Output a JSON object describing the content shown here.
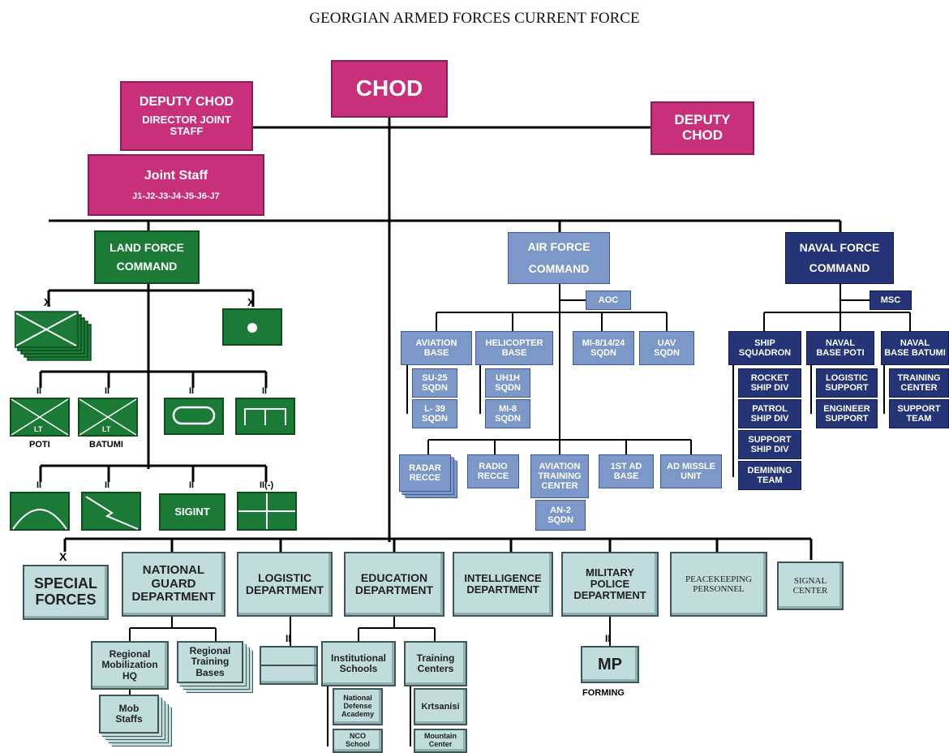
{
  "title": "GEORGIAN ARMED FORCES CURRENT FORCE",
  "top": {
    "chod": "CHOD",
    "deputy_chod_dir": [
      "DEPUTY CHOD",
      "DIRECTOR JOINT",
      "STAFF"
    ],
    "deputy_chod": [
      "DEPUTY",
      "CHOD"
    ],
    "joint_staff": [
      "Joint Staff",
      "J1-J2-J3-J4-J5-J6-J7"
    ]
  },
  "land": {
    "command": [
      "LAND FORCE",
      "COMMAND"
    ],
    "poti": "POTI",
    "batumi": "BATUMI",
    "lt": "LT",
    "sigint": "SIGINT",
    "x": "X",
    "ii": "II",
    "ii_minus": "II(-)"
  },
  "air": {
    "command": [
      "AIR FORCE",
      "COMMAND"
    ],
    "aoc": "AOC",
    "aviation_base": [
      "AVIATION",
      "BASE"
    ],
    "helicopter_base": [
      "HELICOPTER",
      "BASE"
    ],
    "mi_sqdn": [
      "MI-8/14/24",
      "SQDN"
    ],
    "uav_sqdn": [
      "UAV",
      "SQDN"
    ],
    "su25": [
      "SU-25",
      "SQDN"
    ],
    "l39": [
      "L- 39",
      "SQDN"
    ],
    "uh1h": [
      "UH1H",
      "SQDN"
    ],
    "mi8": [
      "MI-8",
      "SQDN"
    ],
    "radar": [
      "RADAR",
      "RECCE"
    ],
    "radio": [
      "RADIO",
      "RECCE"
    ],
    "aviation_training": [
      "AVIATION",
      "TRAINING",
      "CENTER"
    ],
    "ad_base": [
      "1ST AD",
      "BASE"
    ],
    "ad_missile": [
      "AD MISSLE",
      "UNIT"
    ],
    "an2": [
      "AN-2",
      "SQDN"
    ]
  },
  "naval": {
    "command": [
      "NAVAL FORCE",
      "COMMAND"
    ],
    "msc": "MSC",
    "ship_squadron": [
      "SHIP",
      "SQUADRON"
    ],
    "base_poti": [
      "NAVAL",
      "BASE POTI"
    ],
    "base_batumi": [
      "NAVAL",
      "BASE BATUMI"
    ],
    "rocket": [
      "ROCKET",
      "SHIP DIV"
    ],
    "patrol": [
      "PATROL",
      "SHIP DIV"
    ],
    "support_ship": [
      "SUPPORT",
      "SHIP DIV"
    ],
    "demining": [
      "DEMINING",
      "TEAM"
    ],
    "logistic_support": [
      "LOGISTIC",
      "SUPPORT"
    ],
    "engineer_support": [
      "ENGINEER",
      "SUPPORT"
    ],
    "training_center": [
      "TRAINING",
      "CENTER"
    ],
    "support_team": [
      "SUPPORT",
      "TEAM"
    ]
  },
  "bottom": {
    "special": [
      "SPECIAL",
      "FORCES"
    ],
    "national_guard": [
      "NATIONAL",
      "GUARD",
      "DEPARTMENT"
    ],
    "logistic": [
      "LOGISTIC",
      "DEPARTMENT"
    ],
    "education": [
      "EDUCATION",
      "DEPARTMENT"
    ],
    "intelligence": [
      "INTELLIGENCE",
      "DEPARTMENT"
    ],
    "military_police": [
      "MILITARY",
      "POLICE",
      "DEPARTMENT"
    ],
    "peacekeeping": [
      "PEACEKEEPING",
      "PERSONNEL"
    ],
    "signal": [
      "SIGNAL",
      "CENTER"
    ],
    "regional_mob": [
      "Regional",
      "Mobilization",
      "HQ"
    ],
    "regional_training": [
      "Regional",
      "Training",
      "Bases"
    ],
    "mob_staffs": [
      "Mob",
      "Staffs"
    ],
    "institutional": [
      "Institutional",
      "Schools"
    ],
    "training_centers": [
      "Training",
      "Centers"
    ],
    "nda": [
      "National",
      "Defense",
      "Academy"
    ],
    "krtsanisi": "Krtsanisi",
    "nco": [
      "NCO",
      "School"
    ],
    "mountain": [
      "Mountain",
      "Center"
    ],
    "mp": "MP",
    "forming": "FORMING",
    "x": "X",
    "ii": "II"
  },
  "colors": {
    "pink": "#c8307c",
    "green": "#1a7a36",
    "blue": "#7b98c8",
    "navy": "#243476",
    "teal": "#c0dcdc"
  }
}
